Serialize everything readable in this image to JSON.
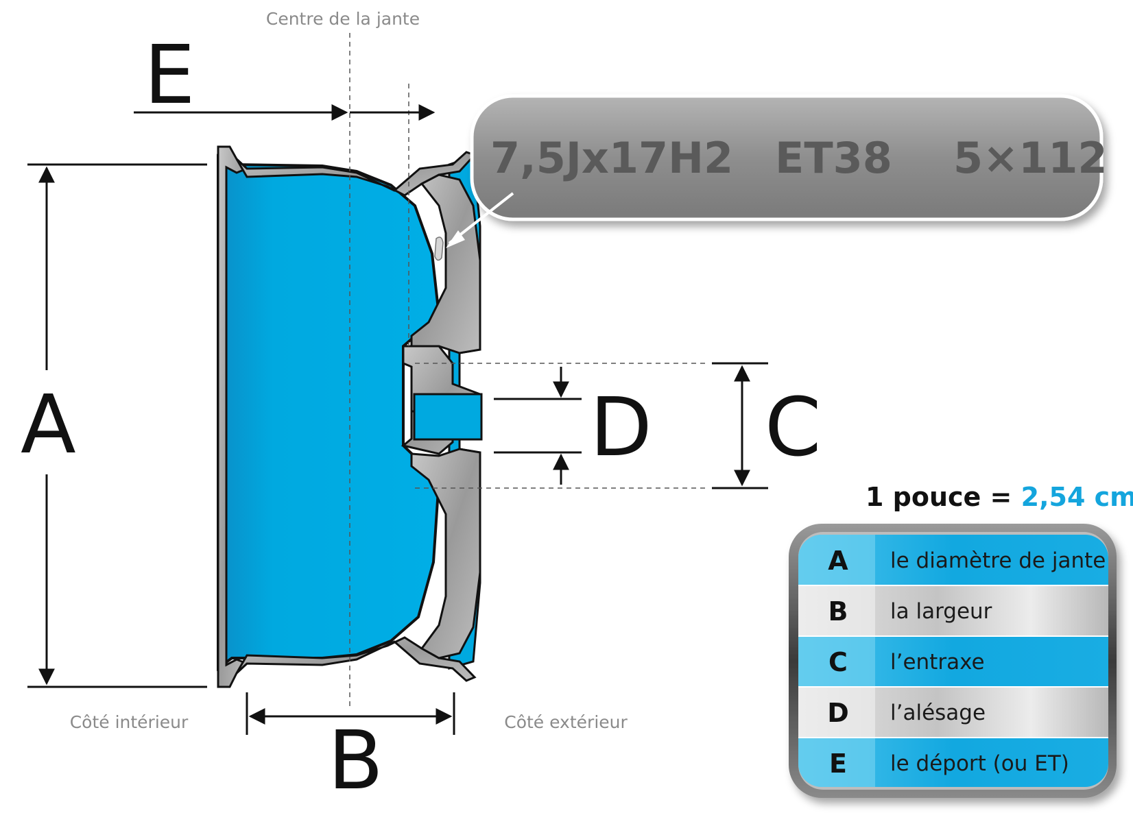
{
  "labels": {
    "center": "Centre de la jante",
    "inner_side": "Côté intérieur",
    "outer_side": "Côté extérieur",
    "A": "A",
    "B": "B",
    "C": "C",
    "D": "D",
    "E": "E"
  },
  "spec": {
    "size": "7,5Jx17H2",
    "offset": "ET38",
    "bolt_pattern": "5×112"
  },
  "conversion": {
    "prefix": "1 pouce = ",
    "value": "2,54 cm"
  },
  "legend": [
    {
      "letter": "A",
      "text": "le diamètre de jante"
    },
    {
      "letter": "B",
      "text": "la largeur"
    },
    {
      "letter": "C",
      "text": "l’entraxe"
    },
    {
      "letter": "D",
      "text": "l’alésage"
    },
    {
      "letter": "E",
      "text": "le déport (ou ET)"
    }
  ],
  "colors": {
    "rim_blue": "#00a9e0",
    "metal_gray": "#a9a9a9",
    "accent": "#14a5dd"
  }
}
